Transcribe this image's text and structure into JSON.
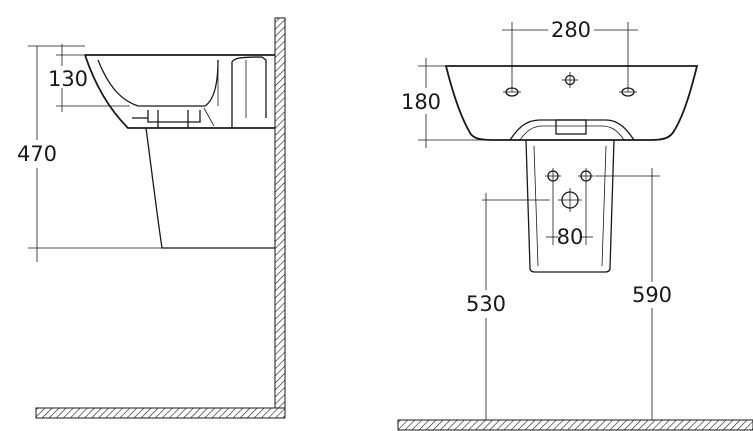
{
  "side_view": {
    "dimensions": {
      "bowl_depth": "130",
      "rim_height": "470"
    }
  },
  "front_view": {
    "dimensions": {
      "tap_hole_spacing": "280",
      "basin_height": "180",
      "waste_spacing": "80",
      "waste_height": "530",
      "supply_height": "590"
    }
  },
  "colors": {
    "line": "#1a1a1a",
    "background": "#ffffff"
  }
}
